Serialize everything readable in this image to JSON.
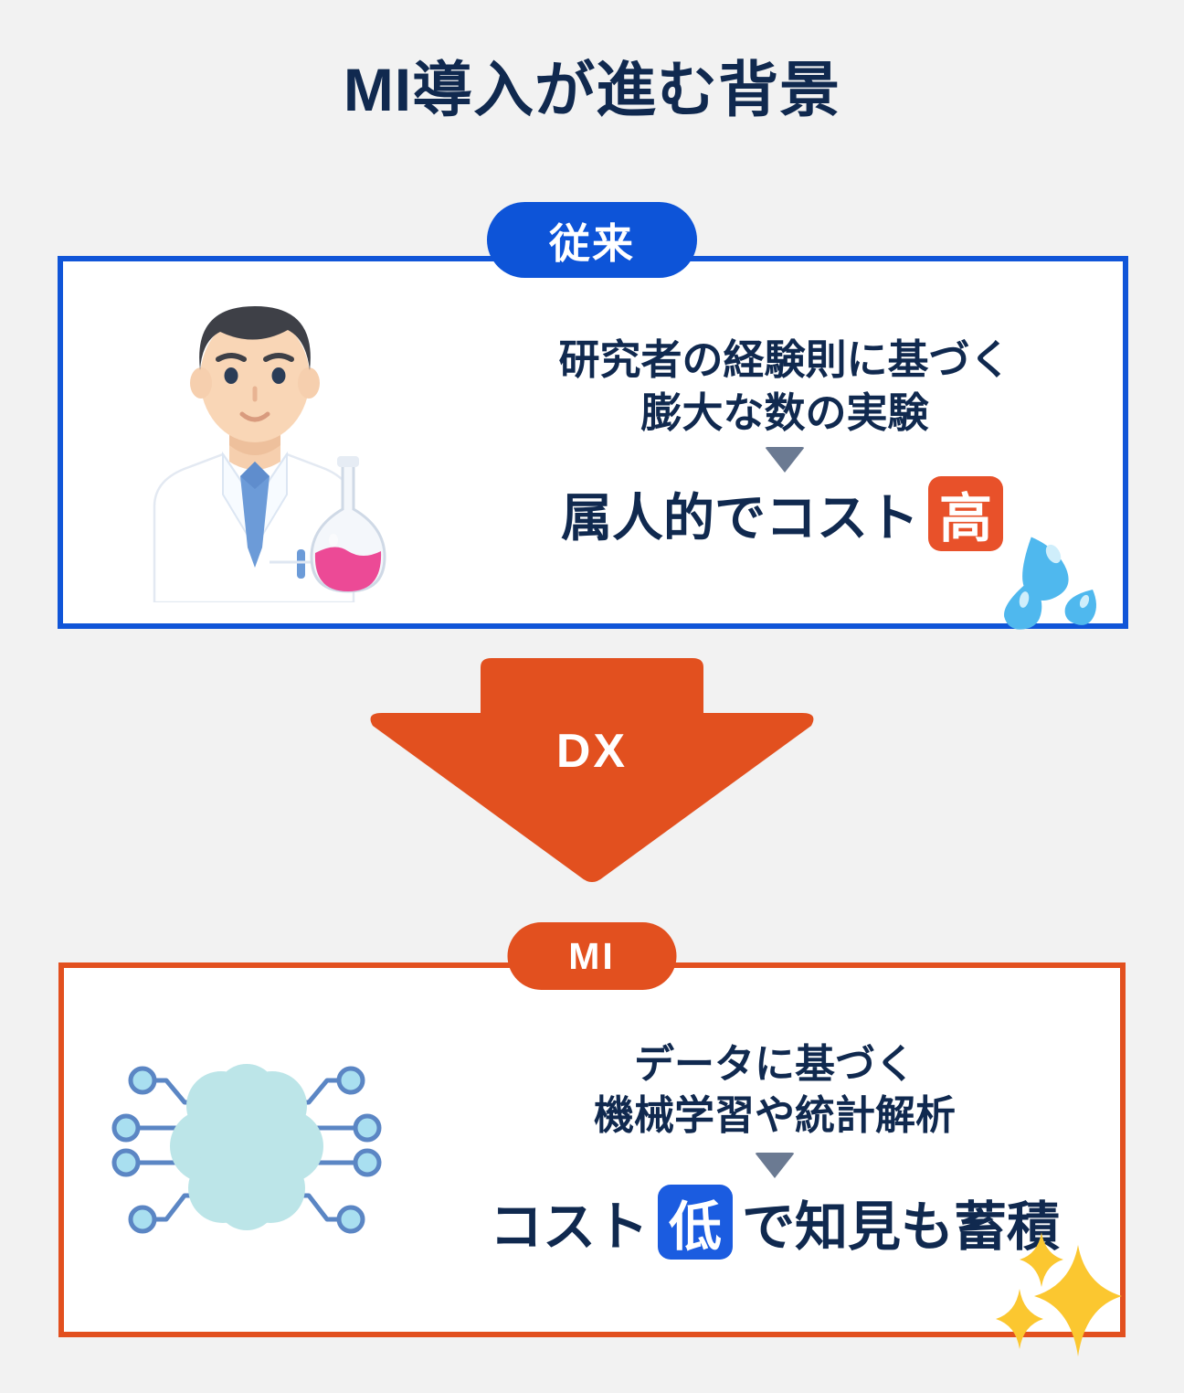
{
  "page": {
    "title": "MI導入が進む背景",
    "background_color": "#f2f2f2",
    "title_color": "#10294f"
  },
  "colors": {
    "blue": "#0d54d8",
    "blue_border": "#1055d8",
    "orange": "#e2501f",
    "orange_badge": "#e8512a",
    "blue_badge": "#1b5ce0",
    "navy_text": "#10294f",
    "triangle_gray": "#6b7a92",
    "sweat_blue": "#4fb8ee",
    "sparkle_yellow": "#fbc730",
    "brain_cyan": "#bce5e8",
    "circuit_blue": "#5b86c4"
  },
  "old_panel": {
    "badge_label": "従来",
    "line1": "研究者の経験則に基づく",
    "line2": "膨大な数の実験",
    "conclusion_prefix": "属人的でコスト",
    "conclusion_badge": "高",
    "conclusion_suffix": "",
    "illustration": "scientist-with-flask-illustration",
    "decoration": "sweat-drops-icon"
  },
  "transition": {
    "arrow_label": "DX",
    "arrow_color": "#e2501f",
    "direction": "down"
  },
  "mi_panel": {
    "badge_label": "MI",
    "line1": "データに基づく",
    "line2": "機械学習や統計解析",
    "conclusion_prefix": "コスト",
    "conclusion_badge": "低",
    "conclusion_suffix": "で知見も蓄積",
    "illustration": "ai-brain-circuit-illustration",
    "decoration": "sparkle-icon"
  }
}
